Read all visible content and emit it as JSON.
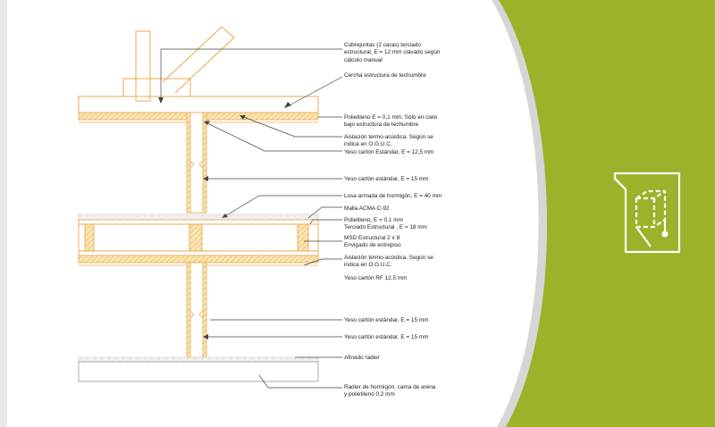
{
  "colors": {
    "background": "#e9e9e9",
    "panel": "#ffffff",
    "accent_green": "#9bb22a",
    "wood": "#e8a850",
    "insulation": "#f6d98a",
    "leader": "#444444",
    "icon": "#ffffff"
  },
  "icon": "construction-document-icon",
  "labels": [
    "Cubrejuntas (2 caras) terciado\nestructural, E = 12 mm clavado según\ncálculo manual",
    "Cercha estructura de techumbre",
    "Polietileno E = 0,1 mm. Sólo en cielo\nbajo estructura de techumbre",
    "Aislación termo-acústica. Según se\nindica en O.G.U.C.",
    "Yeso cartón Estándar, E = 12,5 mm",
    "Yeso cartón estándar, E = 15 mm",
    "Losa armada de hormigón, E = 40 mm",
    "Malla ACMA C-92",
    "Polietileno, E = 0.1 mm\nTerciado Estructural , E = 18 mm",
    "MSD Estructural 2 x 8\nEnvigado de entrepiso",
    "Aislación termo-acústica. Según se\nindica en O.G.U.C.",
    "Yeso cartón RF 12,5 mm",
    "Yeso cartón estándar, E = 15 mm",
    "Yeso cartón estándar, E = 15 mm",
    "Afinado radier",
    "Radier de hormigón, cama de arena\ny polietileno 0,2 mm"
  ]
}
